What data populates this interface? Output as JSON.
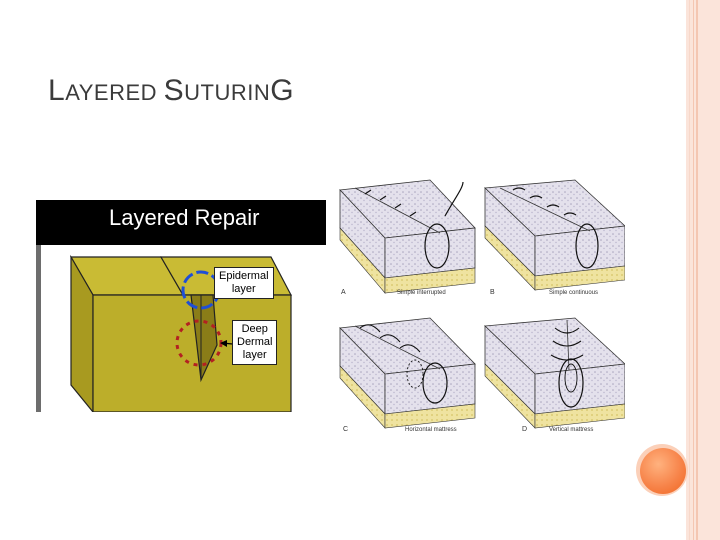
{
  "slide": {
    "title_parts": [
      "L",
      "AYERED ",
      "S",
      "UTURIN",
      "G"
    ]
  },
  "left_figure": {
    "title": "Layered Repair",
    "labels": {
      "epidermal": [
        "Epidermal",
        "layer"
      ],
      "deep_dermal": [
        "Deep",
        "Dermal",
        "layer"
      ]
    }
  },
  "right_figure": {
    "panels": [
      {
        "letter": "A",
        "caption": "Simple interrupted"
      },
      {
        "letter": "B",
        "caption": "Simple continuous"
      },
      {
        "letter": "C",
        "caption": "Horizontal mattress"
      },
      {
        "letter": "D",
        "caption": "Vertical mattress"
      }
    ]
  },
  "colors": {
    "accent": "#f7844a",
    "border": "#fbe4da",
    "tissue_block": "#bcae2a"
  }
}
